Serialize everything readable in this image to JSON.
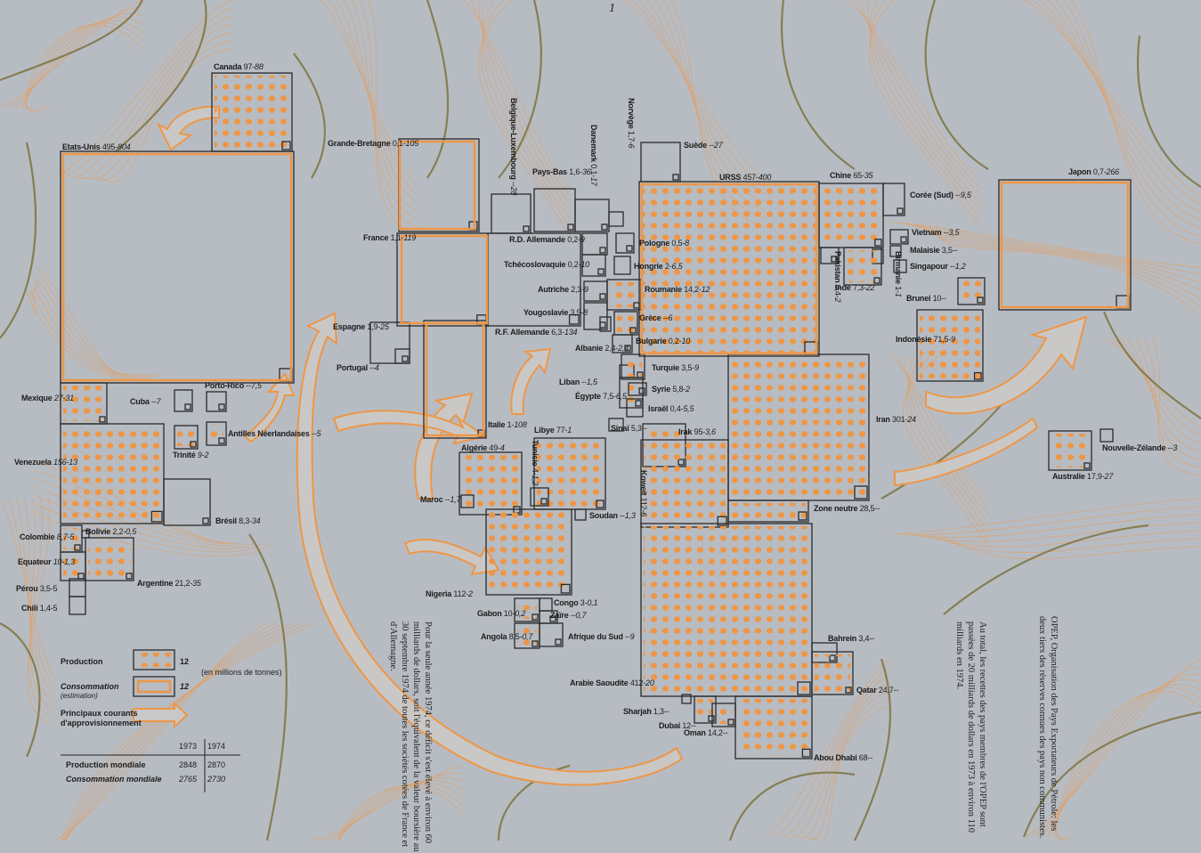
{
  "page_number": "1",
  "colors": {
    "background": "#b7bcc3",
    "orange": "#ee9646",
    "ink": "#2a2a2a",
    "olive": "#7d7440"
  },
  "legend": {
    "production_label": "Production",
    "production_value": "12",
    "consumption_label": "Consommation",
    "consumption_sub": "(estimation)",
    "consumption_value": "12",
    "units": "(en millions de tonnes)",
    "flows_label_1": "Principaux courants",
    "flows_label_2": "d'approvisionnement"
  },
  "stats": {
    "years": [
      "1973",
      "1974"
    ],
    "production_label": "Production mondiale",
    "production": [
      "2848",
      "2870"
    ],
    "consumption_label": "Consommation mondiale",
    "consumption": [
      "2765",
      "2730"
    ]
  },
  "notes": {
    "deficit": "Pour la seule année 1974, ce déficit s'est élevé à environ 60 milliards de dollars, soit l'équivalent de la valeur boursière au 30 septembre 1974 de toutes les sociétés cotées de France et d'Allemagne.",
    "recettes": "Au total, les recettes des pays membres de l'OPEP sont passées de 20 milliards de dollars en 1973 à environ 110 milliards en 1974.",
    "opep": "OPEP, Organisation des Pays Exportateurs de Pétrole: les deux tiers des réserves connues des pays non communistes."
  },
  "countries": [
    {
      "name": "Canada",
      "prod": "97-",
      "cons": "88"
    },
    {
      "name": "Etats-Unis",
      "prod": "495-",
      "cons": "804"
    },
    {
      "name": "Mexique",
      "prod": "",
      "cons": "27-31"
    },
    {
      "name": "Cuba",
      "prod": "--",
      "cons": "7"
    },
    {
      "name": "Porto-Rico",
      "prod": "--",
      "cons": "7,5"
    },
    {
      "name": "Antilles Néerlandaises",
      "prod": "--",
      "cons": "5"
    },
    {
      "name": "Trinité",
      "prod": "",
      "cons": "9-2"
    },
    {
      "name": "Venezuela",
      "prod": "",
      "cons": "156-13"
    },
    {
      "name": "Brésil",
      "prod": "8,3-",
      "cons": "34"
    },
    {
      "name": "Colombie",
      "prod": "",
      "cons": "8,7-5"
    },
    {
      "name": "Bolivie",
      "prod": "2,2-",
      "cons": "0,5"
    },
    {
      "name": "Equateur",
      "prod": "",
      "cons": "10-1,3"
    },
    {
      "name": "Argentine",
      "prod": "21,2-",
      "cons": "35"
    },
    {
      "name": "Pérou",
      "prod": "3,5-5",
      "cons": ""
    },
    {
      "name": "Chili",
      "prod": "1,4-5",
      "cons": ""
    },
    {
      "name": "Grande-Bretagne",
      "prod": "0,1-",
      "cons": "105"
    },
    {
      "name": "Belgique-Luxembourg",
      "prod": "--",
      "cons": "28"
    },
    {
      "name": "Pays-Bas",
      "prod": "1,6-",
      "cons": "36"
    },
    {
      "name": "Danemark",
      "prod": "0,1-",
      "cons": "17"
    },
    {
      "name": "Norvège",
      "prod": "1,7-",
      "cons": "6"
    },
    {
      "name": "Suède",
      "prod": "--",
      "cons": "27"
    },
    {
      "name": "URSS",
      "prod": "457-",
      "cons": "400"
    },
    {
      "name": "Chine",
      "prod": "65-",
      "cons": "35"
    },
    {
      "name": "Corée (Sud)",
      "prod": "--",
      "cons": "9,5"
    },
    {
      "name": "Japon",
      "prod": "0,7-",
      "cons": "266"
    },
    {
      "name": "France",
      "prod": "1,1-",
      "cons": "119"
    },
    {
      "name": "R.D. Allemande",
      "prod": "0,2-",
      "cons": "9"
    },
    {
      "name": "Tchécoslovaquie",
      "prod": "0,2-",
      "cons": "10"
    },
    {
      "name": "Autriche",
      "prod": "2,3-",
      "cons": "9"
    },
    {
      "name": "Yougoslavie",
      "prod": "3,5-",
      "cons": "8"
    },
    {
      "name": "R.F. Allemande",
      "prod": "6,3-",
      "cons": "134"
    },
    {
      "name": "Pologne",
      "prod": "0,5-",
      "cons": "8"
    },
    {
      "name": "Hongrie",
      "prod": "2-",
      "cons": "6,5"
    },
    {
      "name": "Roumanie",
      "prod": "14,2-",
      "cons": "12"
    },
    {
      "name": "Grèce",
      "prod": "--",
      "cons": "6"
    },
    {
      "name": "Bulgarie",
      "prod": "0,2-",
      "cons": "10"
    },
    {
      "name": "Albanie",
      "prod": "2,4-",
      "cons": "2,4"
    },
    {
      "name": "Vietnam",
      "prod": "--",
      "cons": "3,5"
    },
    {
      "name": "Malaisie",
      "prod": "3,5-",
      "cons": "-"
    },
    {
      "name": "Singapour",
      "prod": "--",
      "cons": "1,2"
    },
    {
      "name": "Pakistan",
      "prod": "0,4-",
      "cons": "2"
    },
    {
      "name": "Birmanie",
      "prod": "1-",
      "cons": "1"
    },
    {
      "name": "Inde",
      "prod": "7,3-",
      "cons": "22"
    },
    {
      "name": "Brunei",
      "prod": "10-",
      "cons": "-"
    },
    {
      "name": "Indonésie",
      "prod": "71,5-",
      "cons": "9"
    },
    {
      "name": "Espagne",
      "prod": "1,9-",
      "cons": "25"
    },
    {
      "name": "Portugal",
      "prod": "--",
      "cons": "4"
    },
    {
      "name": "Italie",
      "prod": "1-",
      "cons": "108"
    },
    {
      "name": "Libye",
      "prod": "77-",
      "cons": "1"
    },
    {
      "name": "Liban",
      "prod": "--",
      "cons": "1,5"
    },
    {
      "name": "Égypte",
      "prod": "7,5-",
      "cons": "6,5"
    },
    {
      "name": "Sinaï",
      "prod": "5,3-",
      "cons": "-"
    },
    {
      "name": "Turquie",
      "prod": "3,5-",
      "cons": "9"
    },
    {
      "name": "Syrie",
      "prod": "5,8-",
      "cons": "2"
    },
    {
      "name": "Israël",
      "prod": "0,4-",
      "cons": "5,5"
    },
    {
      "name": "Irak",
      "prod": "95-",
      "cons": "3,6"
    },
    {
      "name": "Iran",
      "prod": "301-",
      "cons": "24"
    },
    {
      "name": "Algérie",
      "prod": "49-",
      "cons": "4"
    },
    {
      "name": "Tunisie",
      "prod": "4-",
      "cons": "1,2"
    },
    {
      "name": "Maroc",
      "prod": "--",
      "cons": "1,7"
    },
    {
      "name": "Koweït",
      "prod": "112-",
      "cons": "6"
    },
    {
      "name": "Soudan",
      "prod": "--",
      "cons": "1,3"
    },
    {
      "name": "Zone neutre",
      "prod": "28,5-",
      "cons": "-"
    },
    {
      "name": "Nouvelle-Zélande",
      "prod": "--",
      "cons": "3"
    },
    {
      "name": "Australie",
      "prod": "17,9-",
      "cons": "27"
    },
    {
      "name": "Nigeria",
      "prod": "112-",
      "cons": "2"
    },
    {
      "name": "Gabon",
      "prod": "10-",
      "cons": "0,2"
    },
    {
      "name": "Congo",
      "prod": "3-",
      "cons": "0,1"
    },
    {
      "name": "Zaïre",
      "prod": "--",
      "cons": "0,7"
    },
    {
      "name": "Angola",
      "prod": "8,5-",
      "cons": "0,7"
    },
    {
      "name": "Afrique du Sud",
      "prod": "--",
      "cons": "9"
    },
    {
      "name": "Arabie Saoudite",
      "prod": "412-",
      "cons": "20"
    },
    {
      "name": "Bahrein",
      "prod": "3,4-",
      "cons": "-"
    },
    {
      "name": "Qatar",
      "prod": "24,7-",
      "cons": "-"
    },
    {
      "name": "Sharjah",
      "prod": "1,3-",
      "cons": "-"
    },
    {
      "name": "Dubai",
      "prod": "12-",
      "cons": "-"
    },
    {
      "name": "Oman",
      "prod": "14,2-",
      "cons": "-"
    },
    {
      "name": "Abou Dhabi",
      "prod": "68-",
      "cons": "-"
    }
  ]
}
